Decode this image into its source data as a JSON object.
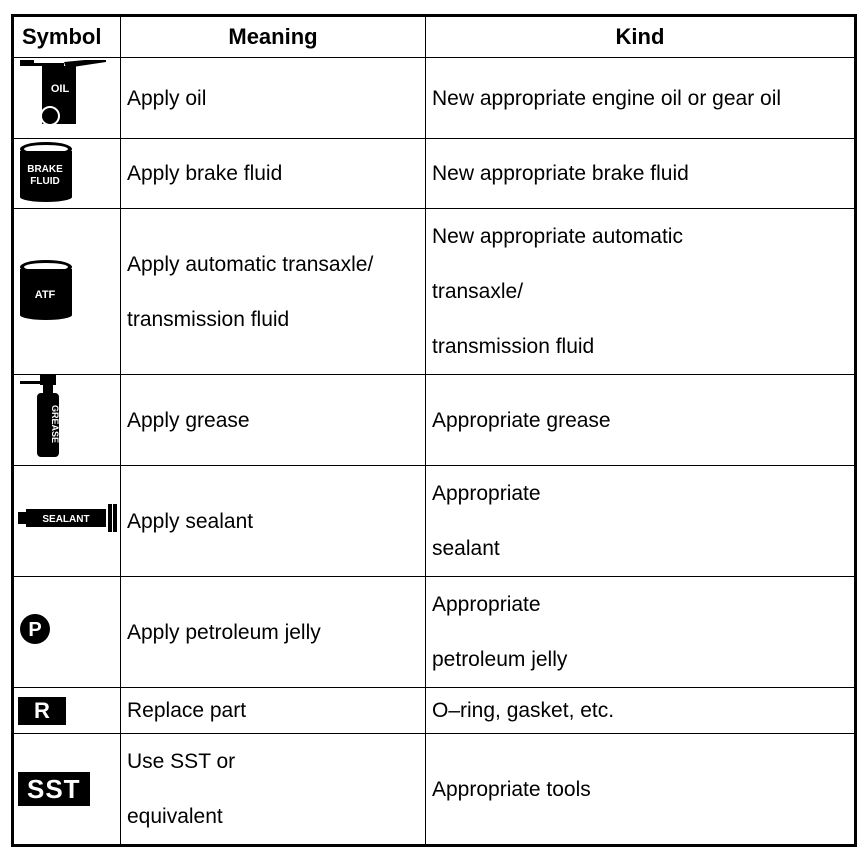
{
  "headers": {
    "symbol": "Symbol",
    "meaning": "Meaning",
    "kind": "Kind"
  },
  "rows": [
    {
      "icon": "oil-can-icon",
      "icon_text": "OIL",
      "meaning": [
        "Apply oil"
      ],
      "kind": [
        "New appropriate engine oil or gear oil"
      ]
    },
    {
      "icon": "brake-fluid-can-icon",
      "icon_text": [
        "BRAKE",
        "FLUID"
      ],
      "meaning": [
        "Apply brake fluid"
      ],
      "kind": [
        "New appropriate brake fluid"
      ]
    },
    {
      "icon": "atf-can-icon",
      "icon_text": "ATF",
      "meaning": [
        "Apply automatic transaxle/",
        "transmission fluid"
      ],
      "kind": [
        "New appropriate automatic",
        "transaxle/",
        "transmission fluid"
      ]
    },
    {
      "icon": "grease-can-icon",
      "icon_text": "GREASE",
      "meaning": [
        "Apply grease"
      ],
      "kind": [
        "Appropriate grease"
      ]
    },
    {
      "icon": "sealant-tube-icon",
      "icon_text": "SEALANT",
      "meaning": [
        "Apply sealant"
      ],
      "kind": [
        "Appropriate",
        "sealant"
      ]
    },
    {
      "icon": "petroleum-jelly-icon",
      "icon_text": "P",
      "meaning": [
        "Apply petroleum jelly"
      ],
      "kind": [
        "Appropriate",
        "petroleum jelly"
      ]
    },
    {
      "icon": "replace-part-icon",
      "icon_text": "R",
      "meaning": [
        "Replace part"
      ],
      "kind": [
        "O–ring, gasket, etc."
      ]
    },
    {
      "icon": "sst-icon",
      "icon_text": "SST",
      "meaning": [
        "Use SST or",
        "equivalent"
      ],
      "kind": [
        "Appropriate tools"
      ]
    }
  ]
}
